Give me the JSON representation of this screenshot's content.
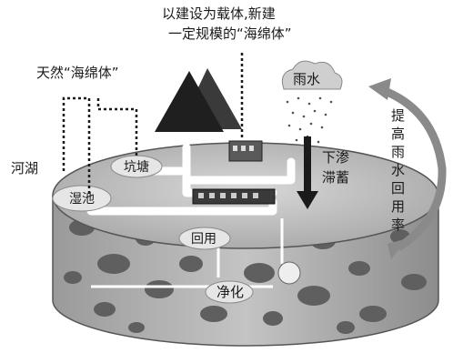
{
  "labels": {
    "top_right_line1": "以建设为载体,新建",
    "top_right_line2": "一定规模的“海绵体”",
    "natural": "天然“海绵体”",
    "rain": "雨水",
    "river_lake": "河湖",
    "wetland": "湿池",
    "pond": "坑塘",
    "infiltrate": "下渗",
    "retain": "滞蓄",
    "reuse": "回用",
    "purify": "净化",
    "side_vertical": [
      "提",
      "高",
      "雨",
      "水",
      "回",
      "用",
      "率"
    ]
  }
}
